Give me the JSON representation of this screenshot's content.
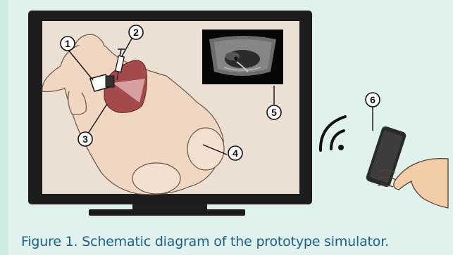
{
  "caption": "Figure 1. Schematic diagram of the prototype simulator.",
  "callouts": {
    "c1": "1",
    "c2": "2",
    "c3": "3",
    "c4": "4",
    "c5": "5",
    "c6": "6"
  },
  "colors": {
    "background": "#cfe9e3",
    "panel": "#dff2ee",
    "monitor_frame": "#1d1d1d",
    "screen": "#ebe0d3",
    "mannequin_skin": "#f0d7c2",
    "organ": "#a44a4c",
    "caption_text": "#1f5f86"
  },
  "icons": [
    "wifi-signal-icon",
    "smartphone-icon",
    "hand-icon",
    "ultrasound-probe-icon",
    "syringe-icon"
  ]
}
